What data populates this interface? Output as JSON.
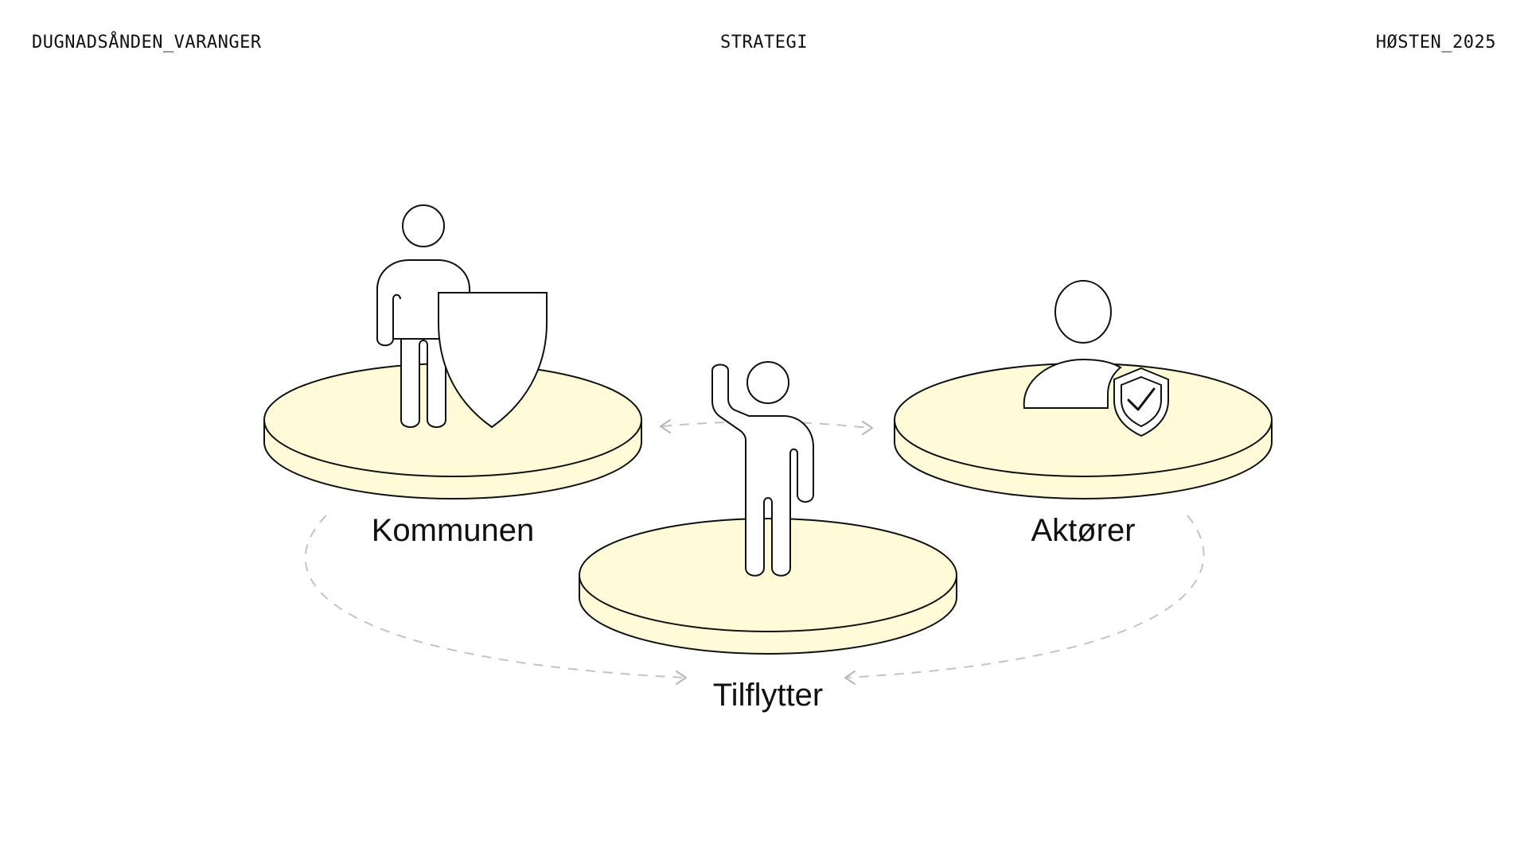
{
  "header": {
    "left": "DUGNADSÅNDEN_VARANGER",
    "center": "STRATEGI",
    "right": "HØSTEN_2025"
  },
  "diagram": {
    "platform_color": "#fffbd9",
    "nodes": [
      {
        "id": "kommunen",
        "label": "Kommunen",
        "icon": "person-with-shield-icon"
      },
      {
        "id": "tilflytter",
        "label": "Tilflytter",
        "icon": "person-waving-icon"
      },
      {
        "id": "aktorer",
        "label": "Aktører",
        "icon": "user-verified-badge-icon"
      }
    ]
  }
}
